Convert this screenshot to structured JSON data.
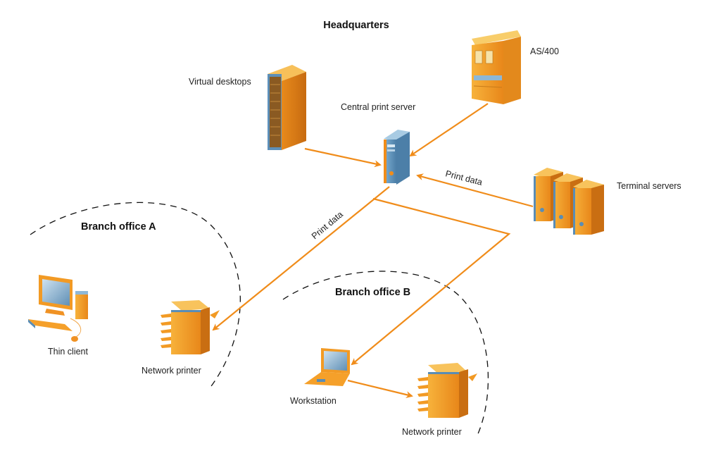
{
  "title": "Headquarters",
  "colors": {
    "connector": "#f08c1a",
    "device_orange": "#f5a623",
    "device_blue": "#5a8db5",
    "boundary": "#111111"
  },
  "zones": {
    "branch_a": "Branch office A",
    "branch_b": "Branch office B"
  },
  "nodes": {
    "virtual_desktops": "Virtual desktops",
    "central_print_server": "Central print server",
    "as400": "AS/400",
    "terminal_servers": "Terminal servers",
    "thin_client": "Thin client",
    "network_printer_a": "Network printer",
    "workstation": "Workstation",
    "network_printer_b": "Network printer"
  },
  "edges": {
    "terminal_to_server": "Print data",
    "server_to_printer_a": "Print data"
  }
}
